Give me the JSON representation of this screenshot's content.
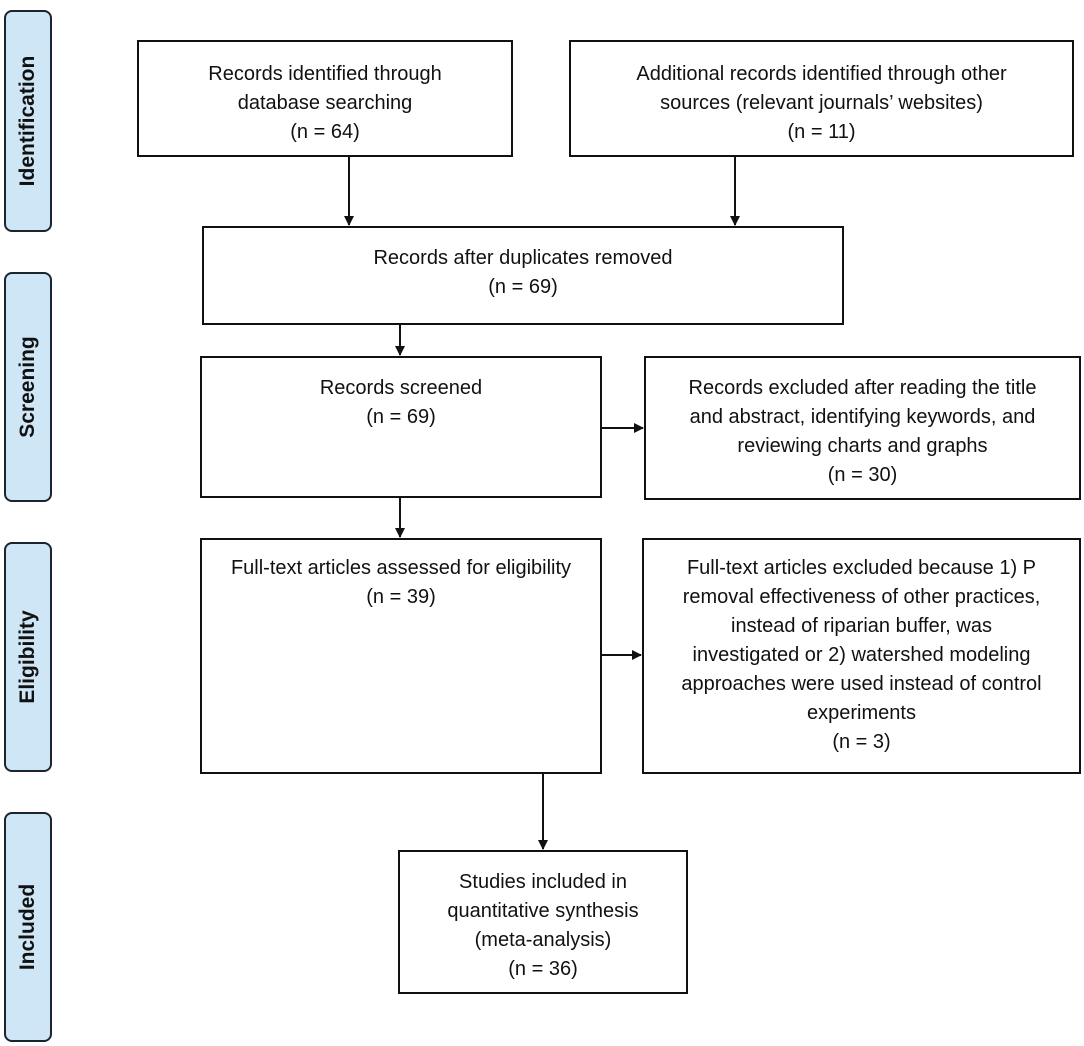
{
  "phases": {
    "identification": "Identification",
    "screening": "Screening",
    "eligibility": "Eligibility",
    "included": "Included"
  },
  "boxes": {
    "database": {
      "lines": [
        "Records identified through",
        "database searching",
        "(n = 64)"
      ]
    },
    "other": {
      "lines": [
        "Additional records identified through other",
        "sources (relevant journals’ websites)",
        "(n = 11)"
      ]
    },
    "dedup": {
      "lines": [
        "Records after duplicates removed",
        "(n = 69)"
      ]
    },
    "screened": {
      "lines": [
        "Records screened",
        "(n = 69)"
      ]
    },
    "excluded_screen": {
      "lines": [
        "Records excluded after reading the title",
        "and abstract, identifying keywords, and",
        "reviewing charts and graphs",
        "(n = 30)"
      ]
    },
    "fulltext": {
      "lines": [
        "Full-text articles assessed for eligibility",
        "(n = 39)"
      ]
    },
    "excluded_full": {
      "lines": [
        "Full-text articles excluded because 1) P",
        "removal effectiveness of other practices,",
        "instead of riparian buffer, was",
        "investigated or 2) watershed modeling",
        "approaches were used instead of control",
        "experiments",
        "(n = 3)"
      ]
    },
    "included": {
      "lines": [
        "Studies included in",
        "quantitative synthesis",
        "(meta-analysis)",
        "(n = 36)"
      ]
    }
  }
}
